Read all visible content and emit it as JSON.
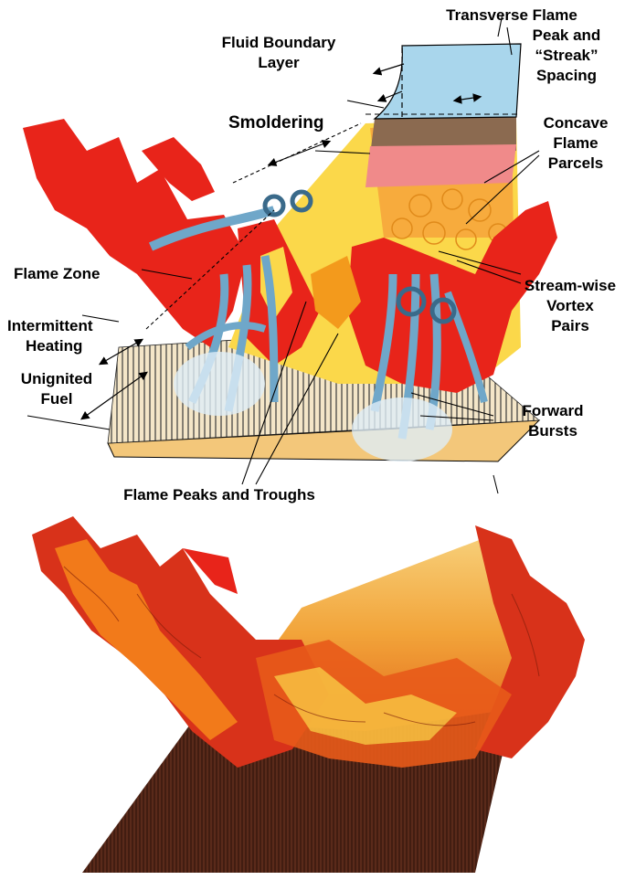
{
  "labels": {
    "fluid_boundary_layer": [
      "Fluid Boundary",
      "Layer"
    ],
    "transverse_flame": [
      "Transverse Flame",
      "Peak and",
      "“Streak”",
      "Spacing"
    ],
    "smoldering": "Smoldering",
    "concave_flame_parcels": [
      "Concave",
      "Flame",
      "Parcels"
    ],
    "flame_zone": "Flame Zone",
    "stream_wise_vortex_pairs": [
      "Stream-wise",
      "Vortex",
      "Pairs"
    ],
    "intermittent_heating": [
      "Intermittent",
      "Heating"
    ],
    "unignited_fuel": [
      "Unignited",
      "Fuel"
    ],
    "forward_bursts": [
      "Forward",
      "Bursts"
    ],
    "flame_peaks_troughs": "Flame Peaks and Troughs"
  },
  "colors": {
    "flame_red": "#e8241a",
    "flame_orange": "#f39a1c",
    "flame_yellow": "#fbd84a",
    "boundary_blue": "#a9d6ec",
    "vortex_blue": "#6fa7c9",
    "smolder_brown": "#8b6a50",
    "fuel_tan": "#f3c77a",
    "render_dark": "#5a2a1a"
  }
}
